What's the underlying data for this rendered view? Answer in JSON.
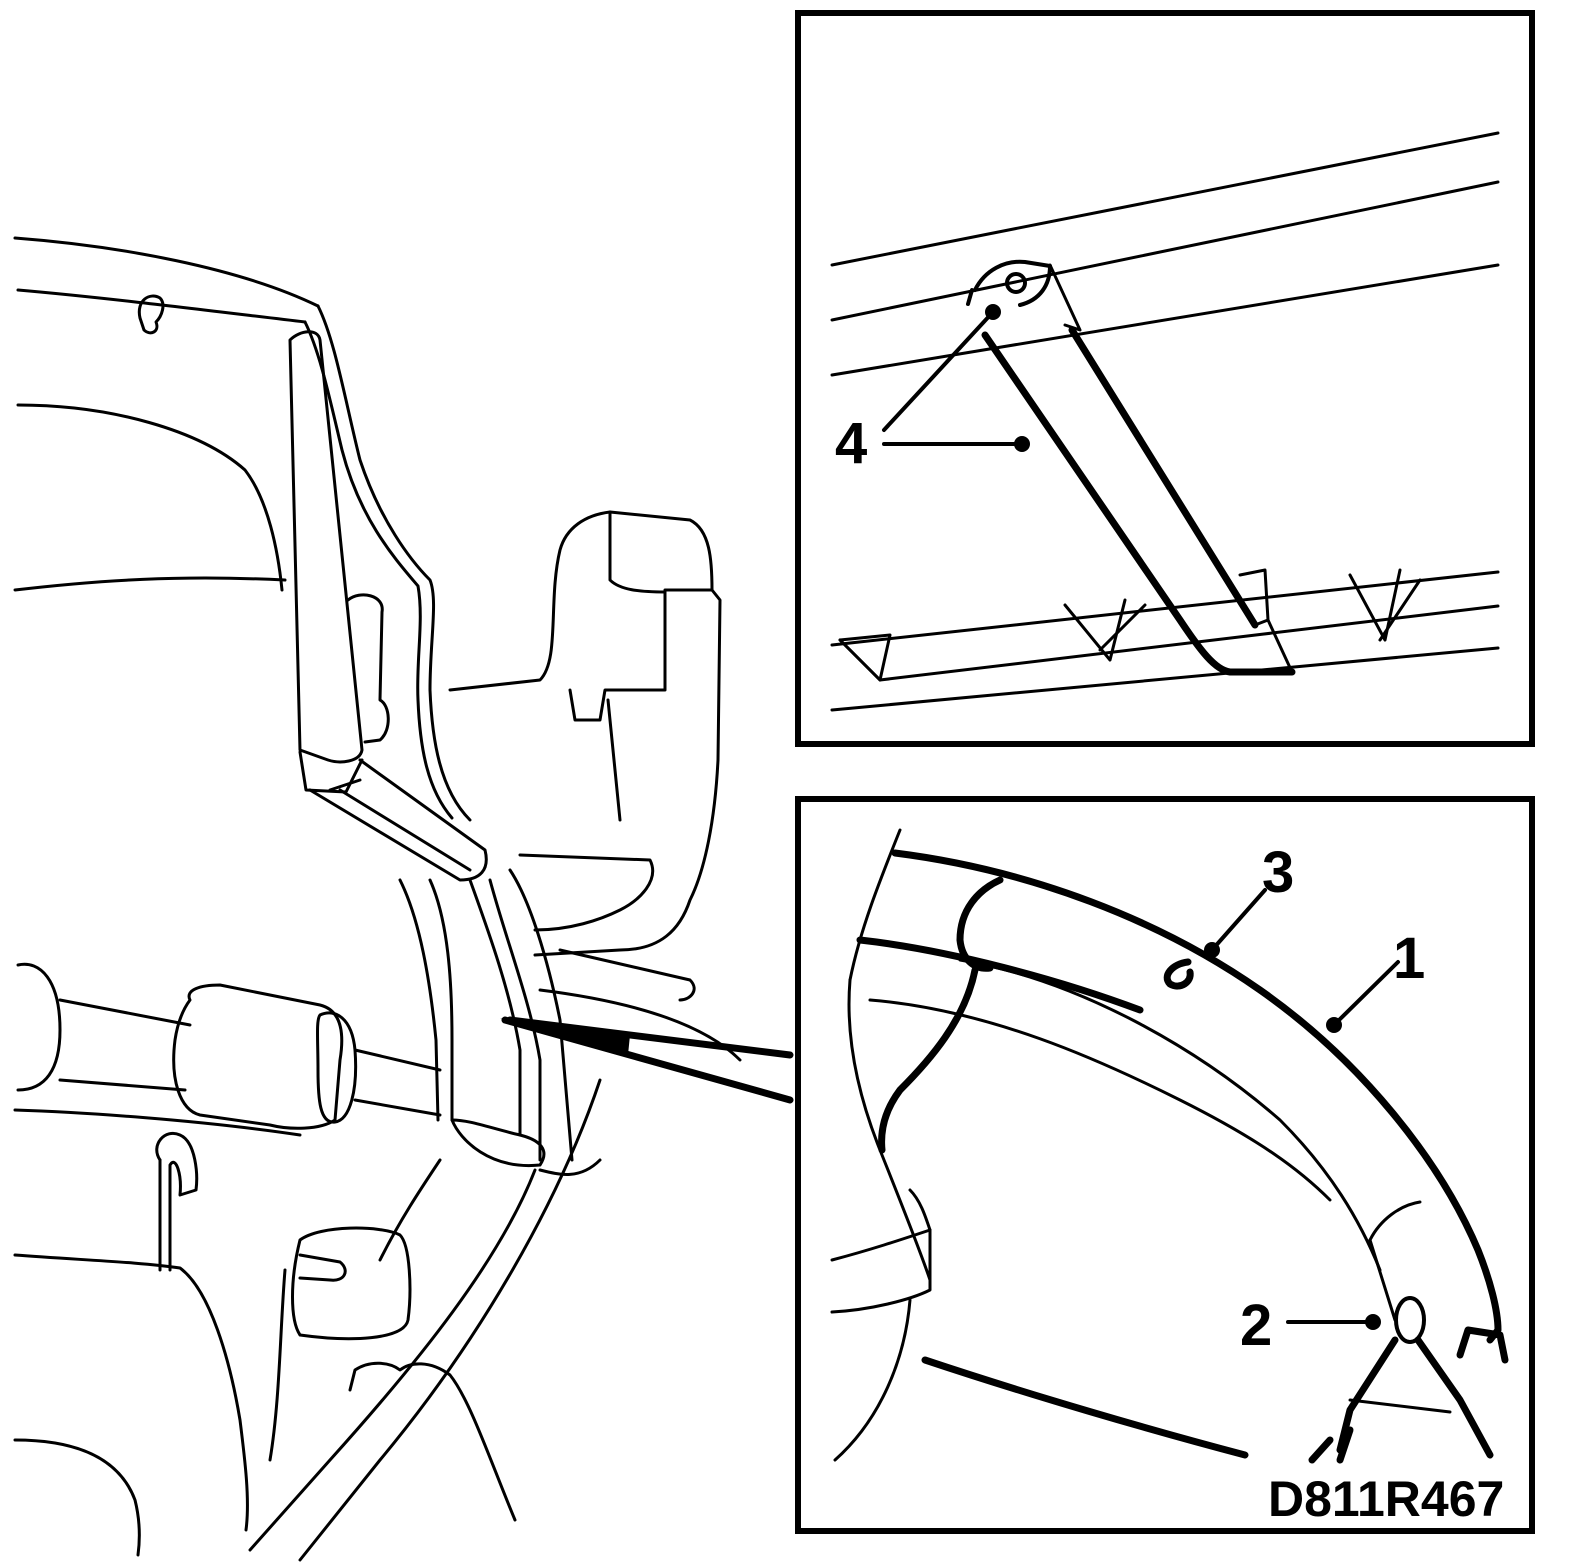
{
  "figure": {
    "code": "D811R467",
    "callouts": [
      {
        "id": "1",
        "label": "1"
      },
      {
        "id": "2",
        "label": "2"
      },
      {
        "id": "3",
        "label": "3"
      },
      {
        "id": "4",
        "label": "4"
      }
    ]
  }
}
